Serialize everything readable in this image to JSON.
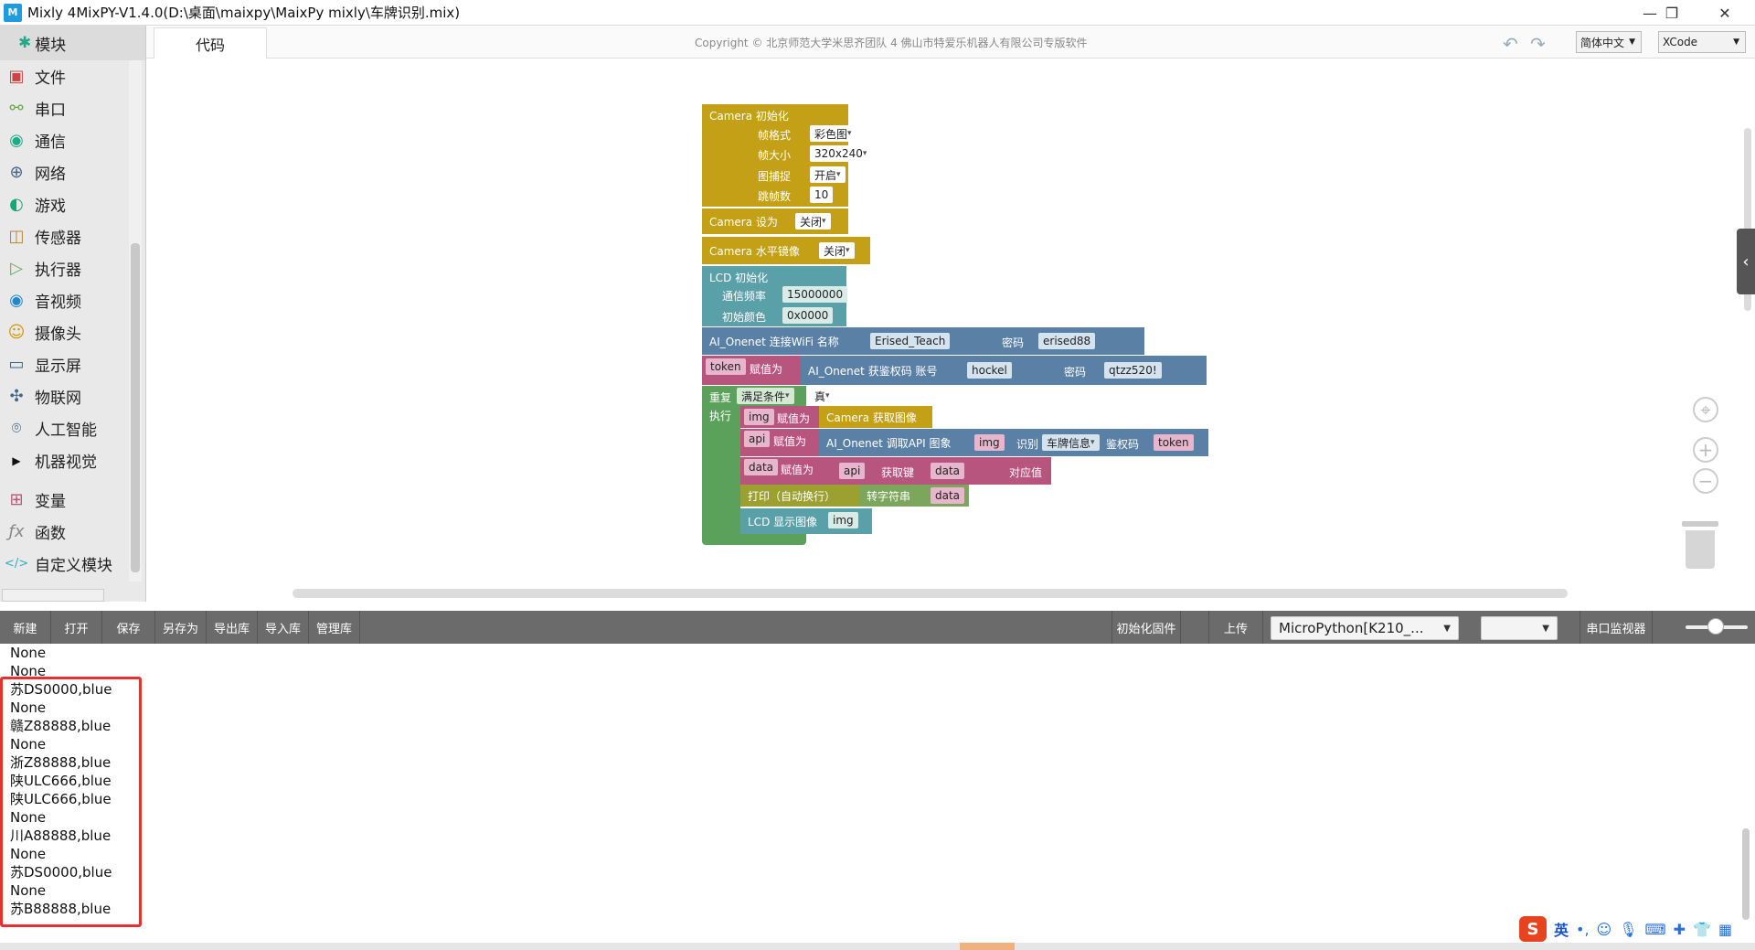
{
  "window": {
    "title": "Mixly 4MixPY-V1.4.0(D:\\桌面\\maixpy\\MaixPy mixly\\车牌识别.mix)",
    "logo": "M"
  },
  "sidebar": {
    "header": "模块",
    "items": [
      {
        "label": "文件",
        "icon": "file-icon"
      },
      {
        "label": "串口",
        "icon": "serial-icon"
      },
      {
        "label": "通信",
        "icon": "comm-icon"
      },
      {
        "label": "网络",
        "icon": "globe-icon"
      },
      {
        "label": "游戏",
        "icon": "game-icon"
      },
      {
        "label": "传感器",
        "icon": "sensor-icon"
      },
      {
        "label": "执行器",
        "icon": "actuator-icon"
      },
      {
        "label": "音视频",
        "icon": "media-icon"
      },
      {
        "label": "摄像头",
        "icon": "camera-icon"
      },
      {
        "label": "显示屏",
        "icon": "display-icon"
      },
      {
        "label": "物联网",
        "icon": "iot-icon"
      },
      {
        "label": "人工智能",
        "icon": "ai-icon"
      },
      {
        "label": "机器视觉",
        "icon": "vision-icon"
      },
      {
        "label": "变量",
        "icon": "variable-icon"
      },
      {
        "label": "函数",
        "icon": "function-icon"
      },
      {
        "label": "自定义模块",
        "icon": "custom-icon"
      }
    ]
  },
  "tabs": {
    "code_label": "代码",
    "copyright": "Copyright © 北京师范大学米思齐团队 4 佛山市特爱乐机器人有限公司专版软件",
    "language": "简体中文",
    "theme": "XCode"
  },
  "blocks": {
    "camera_init": "Camera 初始化",
    "frame_format_label": "帧格式",
    "frame_format": "彩色图",
    "frame_size_label": "帧大小",
    "frame_size": "320x240",
    "capture_label": "图捕捉",
    "capture": "开启",
    "skip_label": "跳帧数",
    "skip": "10",
    "camera_set": "Camera 设为",
    "camera_set_value": "关闭",
    "camera_mirror": "Camera 水平镜像",
    "camera_mirror_value": "关闭",
    "lcd_init": "LCD 初始化",
    "lcd_freq_label": "通信频率",
    "lcd_freq": "15000000",
    "lcd_color_label": "初始颜色",
    "lcd_color": "0x0000",
    "wifi_text": "AI_Onenet  连接WiFi  名称",
    "wifi_name": "Erised_Teach",
    "wifi_pwd_label": "密码",
    "wifi_pwd": "erised88",
    "token_var": "token",
    "assign": "赋值为",
    "token_text": "AI_Onenet  获鉴权码  账号",
    "account": "hockel",
    "account_pwd_label": "密码",
    "account_pwd": "qtzz520!",
    "repeat": "重复",
    "repeat_cond": "满足条件",
    "repeat_value": "真",
    "exec": "执行",
    "img_var": "img",
    "camera_get": "Camera 获取图像",
    "api_var": "api",
    "api_call": "AI_Onenet 调取API  图象",
    "recognize_label": "识别",
    "recognize_type": "车牌信息",
    "auth_label": "鉴权码",
    "data_var": "data",
    "get_key": "获取键",
    "key_name": "data",
    "key_value": "对应值",
    "print_label": "打印（自动换行）",
    "to_string": "转字符串",
    "lcd_show": "LCD 显示图像"
  },
  "toolbar": {
    "new": "新建",
    "open": "打开",
    "save": "保存",
    "save_as": "另存为",
    "export_lib": "导出库",
    "import_lib": "导入库",
    "manage_lib": "管理库",
    "init_firmware": "初始化固件",
    "upload": "上传",
    "board": "MicroPython[K210_...",
    "port": "",
    "serial_monitor": "串口监视器"
  },
  "console": {
    "lines": [
      "None",
      "None",
      "苏DS0000,blue",
      "None",
      "赣Z88888,blue",
      "None",
      "浙Z88888,blue",
      "陕ULC666,blue",
      "陕ULC666,blue",
      "None",
      "川A88888,blue",
      "None",
      "苏DS0000,blue",
      "None",
      "苏B88888,blue"
    ]
  },
  "ime": {
    "logo": "S",
    "lang": "英"
  }
}
